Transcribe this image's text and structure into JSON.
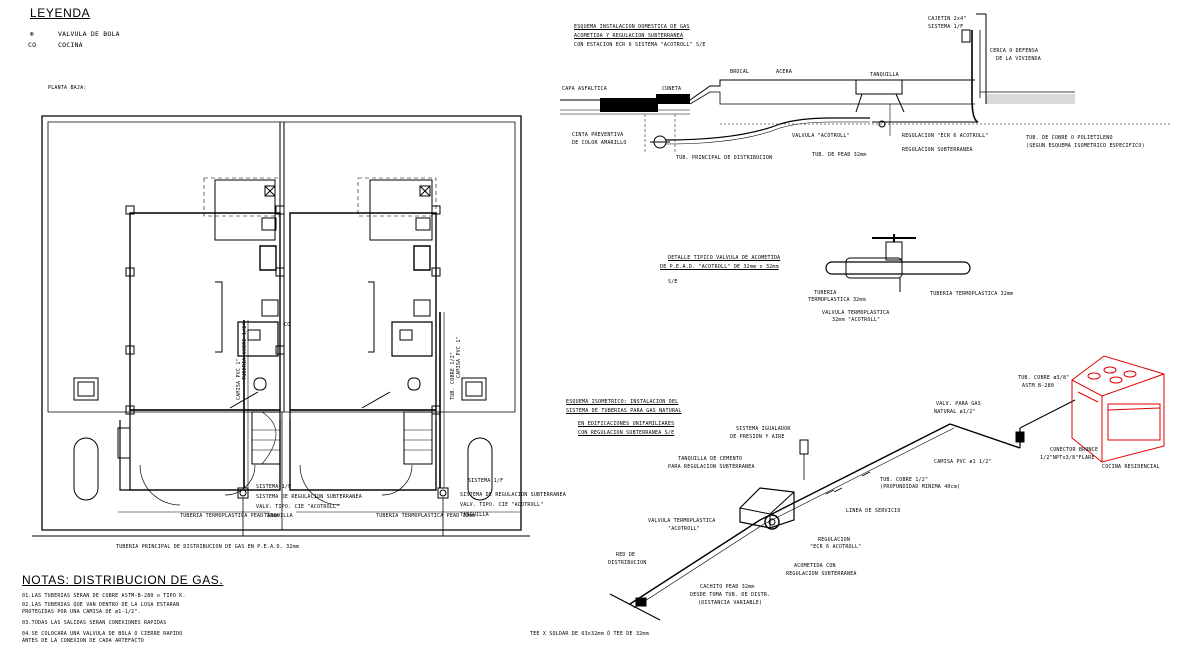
{
  "legend": {
    "title": "LEYENDA",
    "items": [
      {
        "symbol": "⊕",
        "label": "VALVULA DE BOLA"
      },
      {
        "symbol": "CO",
        "label": "COCINA"
      }
    ]
  },
  "plan": {
    "title": "PLANTA BAJA:",
    "riser_labels": [
      "CAMISA PVC 1\"",
      "TUBERIA COBRE 1/2\"",
      "TUB. COBRE 1/2\"",
      "CAMISA PVC 1\""
    ],
    "kitchen_mark": "CO",
    "left_bottom": {
      "estimador": "SISTEMA 1/F",
      "regulador": "SISTEMA DE REGULACION SUBTERRANEA",
      "valvula": "VALV. TIPO. CIE \"ACOTROLL\"",
      "tanquilla": "TANQUILLA",
      "tuberia": "TUBERIA TERMOPLASTICA PEAD 32mm"
    },
    "right_bottom": {
      "estimador": "SISTEMA 1/F",
      "regulador": "SISTEMA DE REGULACION SUBTERRANEA",
      "valvula": "VALV. TIPO. CIE \"ACOTROLL\"",
      "tanquilla": "TANQUILLA",
      "tuberia": "TUBERIA TERMOPLASTICA PEAD 32mm"
    },
    "main_pipe": "TUBERIA PRINCIPAL DE DISTRIBUCION DE GAS EN P.E.A.D. 32mm"
  },
  "notes": {
    "title": "NOTAS: DISTRIBUCION DE GAS.",
    "items": [
      "01.LAS TUBERIAS SERAN DE COBRE ASTM-B-280 o TIPO K.",
      "02.LAS TUBERIAS QUE VAN DENTRO DE LA LOSA ESTARAN",
      "   PROTEGIDAS POR UNA CAMISA DE ø1-1/2\".",
      "03.TODAS LAS SALIDAS SERAN CONEXIONES RAPIDAS",
      "04.SE COLOCARA UNA VALVULA DE BOLA O CIERRE RAPIDO",
      "   ANTES DE LA CONEXION DE CADA ARTEFACTO"
    ]
  },
  "schema": {
    "title_lines": [
      "ESQUEMA INSTALACION DOMESTICA DE GAS",
      "ACOMETIDA Y REGULACION SUBTERRANEA",
      "CON ESTACION ECR 6 SISTEMA \"ACOTROLL\" S/E"
    ],
    "labels": {
      "cajetin": "CAJETIN 2x4\"",
      "sistema": "SISTEMA 1/F",
      "cerca": "CERCA O DEFENSA",
      "vivienda": "DE LA VIVIENDA",
      "brocal": "BROCAL",
      "acera": "ACERA",
      "tanquilla": "TANQUILLA",
      "capa": "CAPA ASFALTICA",
      "cuneta": "CUNETA",
      "cinta1": "CINTA PREVENTIVA",
      "cinta2": "DE COLOR AMARILLO",
      "valvula": "VALVULA \"ACOTROLL\"",
      "regulacion": "REGULACION \"ECR 6 ACOTROLL\"",
      "reg_sub": "REGULACION SUBTERRANEA",
      "tub_cobre1": "TUB. DE COBRE O POLIETILENO",
      "tub_cobre2": "(SEGUN ESQUEMA ISOMETRICO ESPECIFICO)",
      "tub_principal": "TUB. PRINCIPAL DE DISTRIBUCION",
      "tub_pead": "TUB. DE PEAD 32mm"
    }
  },
  "detail": {
    "title_lines": [
      "DETALLE TIPICO VALVULA DE ACOMETIDA",
      "DE P.E.A.D. \"ACOTROLL\" DE 32mm x 32mm"
    ],
    "scale": "S/E",
    "labels": {
      "left1": "TUBERIA",
      "left2": "TERMOPLASTICA 32mm",
      "right": "TUBERIA TERMOPLASTICA 32mm",
      "valve1": "VALVULA TERMOPLASTICA",
      "valve2": "32mm \"ACOTROLL\""
    }
  },
  "iso": {
    "title_lines": [
      "ESQUEMA ISOMETRICO: INSTALACION DEL",
      "SISTEMA DE TUBERIAS PARA GAS NATURAL",
      "EN EDIFICACIONES UNIFAMILIARES",
      "CON REGULACION SUBTERRANEA S/E"
    ],
    "labels": {
      "tub_cobre_38a": "TUB. COBRE ø3/8\"",
      "tub_cobre_38b": "ASTM B-280",
      "valv_gas1": "VALV. PARA GAS",
      "valv_gas2": "NATURAL ø1/2\"",
      "sistema_ig1": "SISTEMA IGUALADOR",
      "sistema_ig2": "DE PRESION Y AIRE",
      "tanquilla1": "TANQUILLA DE CEMENTO",
      "tanquilla2": "PARA REGULACION SUBTERRANEA",
      "camisa": "CAMISA PVC ø1 1/2\"",
      "conector1": "CONECTOR BRONCE",
      "conector2": "1/2\"NPTx3/8\"FLARE",
      "cocina": "COCINA RESIDENCIAL",
      "tub_cobre_12a": "TUB. COBRE 1/2\"",
      "tub_cobre_12b": "(PROFUNDIDAD MINIMA 40cm)",
      "linea": "LINEA DE SERVICIO",
      "valv_termo1": "VALVULA TERMOPLASTICA",
      "valv_termo2": "\"ACOTROLL\"",
      "regulacion1": "REGULACION",
      "regulacion2": "\"ECR 6 ACOTROLL\"",
      "red1": "RED DE",
      "red2": "DISTRIBUCION",
      "acometida1": "ACOMETIDA CON",
      "acometida2": "REGULACION SUBTERRANEA",
      "cachito1": "CACHITO PEAD 32mm",
      "cachito2": "DESDE TOMA TUB. DE DISTR.",
      "cachito3": "(DISTANCIA VARIABLE)",
      "tee": "TEE X SOLDAR DE 63x32mm Ó TEE DE 32mm"
    }
  },
  "colors": {
    "lines": "#000000",
    "stove": "#e00000",
    "background": "#ffffff"
  }
}
